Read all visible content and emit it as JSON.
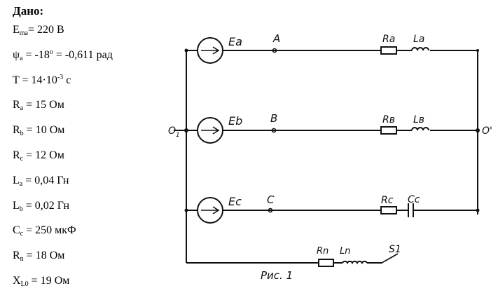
{
  "given": {
    "title": "Дано:",
    "lines": [
      {
        "main": "E",
        "sub": "ma",
        "rest": "= 220 В"
      },
      {
        "main": "ψ",
        "sub": "a",
        "rest_pre": " = -18",
        "sup": "o",
        "rest": " = -0,611 рад"
      },
      {
        "main": "T = 14·10",
        "sup": "-3",
        "rest": " с"
      },
      {
        "main": "R",
        "sub": "a",
        "rest": " = 15 Ом"
      },
      {
        "main": "R",
        "sub": "b",
        "rest": " = 10 Ом"
      },
      {
        "main": "R",
        "sub": "c",
        "rest": " = 12 Ом"
      },
      {
        "main": "L",
        "sub": "a",
        "rest": " = 0,04 Гн"
      },
      {
        "main": "L",
        "sub": "b",
        "rest": " = 0,02 Гн"
      },
      {
        "main": "C",
        "sub": "c",
        "rest": " = 250 мкФ"
      },
      {
        "main": "R",
        "sub": "n",
        "rest": " = 18 Ом"
      },
      {
        "main": "X",
        "sub": "L0",
        "rest": " = 19 Ом"
      }
    ]
  },
  "circuit": {
    "labels": {
      "Ea": "Ea",
      "Eb": "Eb",
      "Ec": "Ec",
      "A": "A",
      "B": "B",
      "C": "C",
      "Ra": "Ra",
      "La": "La",
      "Rb": "Rв",
      "Lb": "Lв",
      "Rc": "Rc",
      "Cc": "Cc",
      "Rn": "Rn",
      "Ln": "Ln",
      "S1": "S1",
      "O1": "O",
      "O1_sub": "1",
      "Oprime": "O'",
      "figure": "Рис. 1"
    }
  }
}
